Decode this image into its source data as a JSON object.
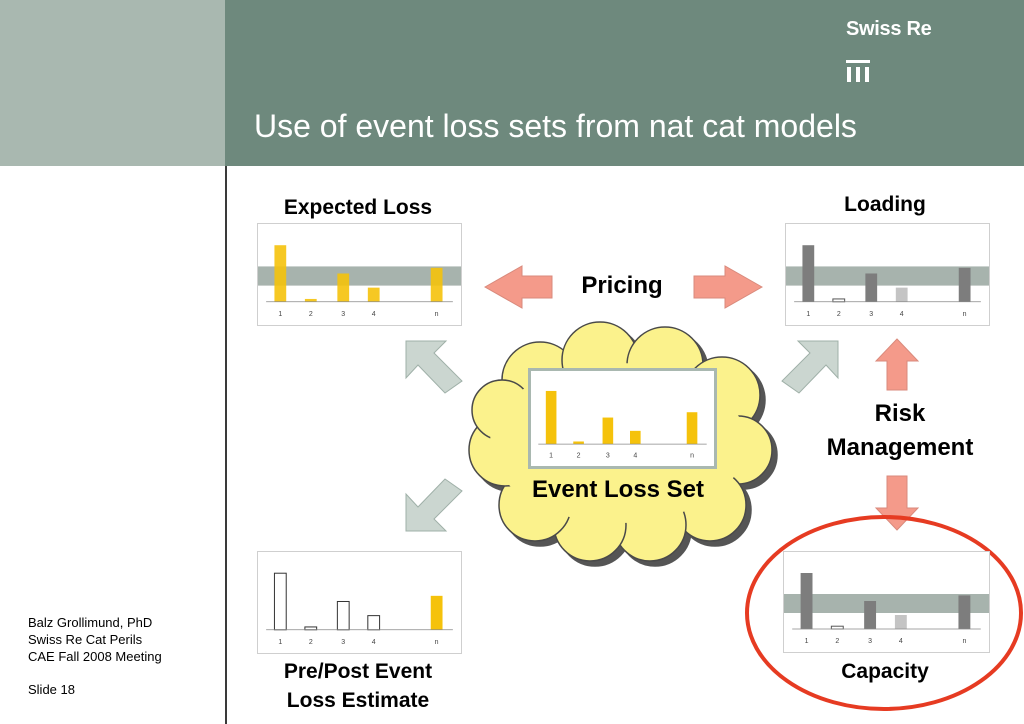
{
  "header": {
    "title": "Use of event loss sets from nat cat models",
    "brand": "Swiss Re"
  },
  "labels": {
    "expected_loss": "Expected Loss",
    "loading": "Loading",
    "pricing": "Pricing",
    "risk_management_line1": "Risk",
    "risk_management_line2": "Management",
    "event_loss_set": "Event Loss Set",
    "pre_post_line1": "Pre/Post Event",
    "pre_post_line2": "Loss Estimate",
    "capacity": "Capacity"
  },
  "footer": {
    "author": "Balz Grollimund, PhD",
    "org": "Swiss Re Cat Perils",
    "meeting": "CAE Fall 2008 Meeting",
    "slide": "Slide 18"
  },
  "colors": {
    "header_main": "#6e897d",
    "header_left": "#a9b8b0",
    "gold": "#f5c20b",
    "band": "#a7b3ad",
    "pink_arrow": "#f49a8a",
    "gray_arrow": "#cbd6d0",
    "cloud": "#fbf28c",
    "highlight": "#e63b22"
  },
  "chart_data": [
    {
      "id": "event-loss-set",
      "type": "bar",
      "categories": [
        "1",
        "2",
        "3",
        "4",
        "n"
      ],
      "values": [
        1.0,
        0.05,
        0.5,
        0.25,
        0.6
      ]
    },
    {
      "id": "expected-loss",
      "type": "bar",
      "categories": [
        "1",
        "2",
        "3",
        "4",
        "n"
      ],
      "values": [
        1.0,
        0.05,
        0.5,
        0.25,
        0.6
      ]
    },
    {
      "id": "loading",
      "type": "bar",
      "categories": [
        "1",
        "2",
        "3",
        "4",
        "n"
      ],
      "values": [
        1.0,
        0.05,
        0.5,
        0.25,
        0.6
      ]
    },
    {
      "id": "pre-post-event",
      "type": "bar",
      "categories": [
        "1",
        "2",
        "3",
        "4",
        "n"
      ],
      "values": [
        1.0,
        0.05,
        0.5,
        0.25,
        0.6
      ]
    },
    {
      "id": "capacity",
      "type": "bar",
      "categories": [
        "1",
        "2",
        "3",
        "4",
        "n"
      ],
      "values": [
        1.0,
        0.05,
        0.5,
        0.25,
        0.6
      ]
    }
  ]
}
